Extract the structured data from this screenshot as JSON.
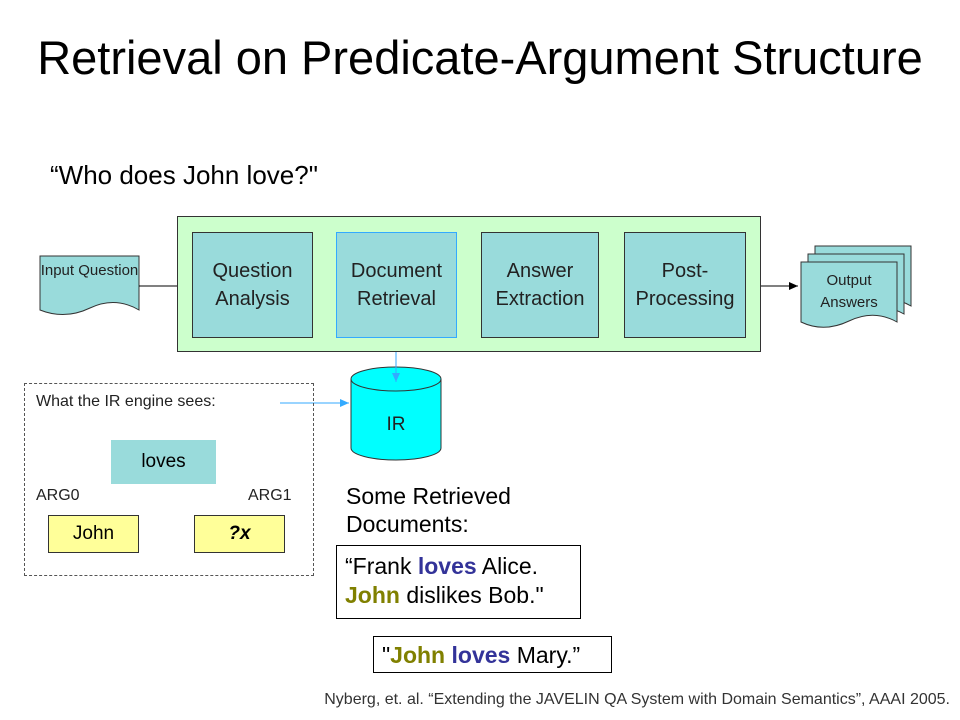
{
  "title": "Retrieval on Predicate-Argument Structure",
  "question": "“Who does John love?\"",
  "pipeline": {
    "input": "Input Question",
    "stages": [
      "Question Analysis",
      "Document Retrieval",
      "Answer Extraction",
      "Post-Processing"
    ],
    "output": "Output Answers"
  },
  "ir_label": "IR",
  "ir_view": {
    "heading": "What the IR engine sees:",
    "predicate": "loves",
    "arg0_label": "ARG0",
    "arg1_label": "ARG1",
    "arg0_value": "John",
    "arg1_value": "?x"
  },
  "retrieved": {
    "heading": "Some Retrieved Documents:",
    "doc1": {
      "line1_pre": "“Frank ",
      "line1_pred": "loves",
      "line1_post": " Alice.",
      "line2_arg": "John",
      "line2_post": " dislikes Bob.\""
    },
    "doc2": {
      "pre": "\"",
      "arg": "John",
      "space": " ",
      "pred": "loves",
      "post": " Mary.”"
    }
  },
  "citation": "Nyberg, et. al. “Extending the JAVELIN QA System with Domain Semantics”, AAAI 2005.",
  "colors": {
    "pipeline_bg": "#ccffcc",
    "stage_fill": "#99dbdb",
    "cylinder_fill": "#00ffff",
    "arg_box_fill": "#ffff99",
    "predicate_text": "#333399",
    "argument_text": "#808000"
  }
}
